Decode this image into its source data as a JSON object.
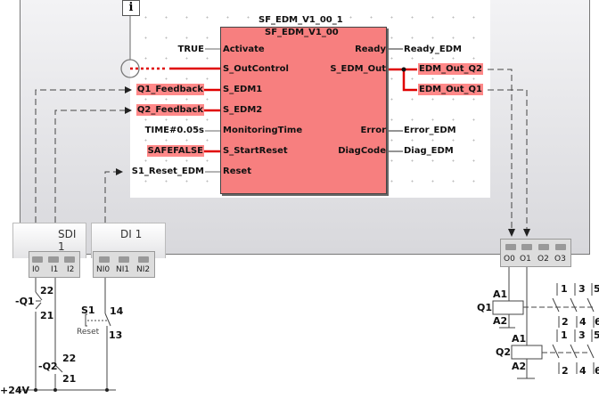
{
  "function_block": {
    "instance": "SF_EDM_V1_00_1",
    "type": "SF_EDM_V1_00",
    "inputs": [
      {
        "pin": "Activate",
        "value": "TRUE"
      },
      {
        "pin": "S_OutControl",
        "value": ""
      },
      {
        "pin": "S_EDM1",
        "value": "Q1_Feedback"
      },
      {
        "pin": "S_EDM2",
        "value": "Q2_Feedback"
      },
      {
        "pin": "MonitoringTime",
        "value": "TIME#0.05s"
      },
      {
        "pin": "S_StartReset",
        "value": "SAFEFALSE"
      },
      {
        "pin": "Reset",
        "value": "S1_Reset_EDM"
      }
    ],
    "outputs": [
      {
        "pin": "Ready",
        "value": "Ready_EDM"
      },
      {
        "pin": "S_EDM_Out",
        "value": "EDM_Out_Q2"
      },
      {
        "pin": "",
        "value": "EDM_Out_Q1"
      },
      {
        "pin": "Error",
        "value": "Error_EDM"
      },
      {
        "pin": "DiagCode",
        "value": "Diag_EDM"
      }
    ]
  },
  "info_icon": "i",
  "modules": [
    {
      "name": "SDI 1",
      "terminals": [
        "I0",
        "I1",
        "I2"
      ]
    },
    {
      "name": "DI 1",
      "terminals": [
        "NI0",
        "NI1",
        "NI2"
      ]
    },
    {
      "name": "",
      "terminals": [
        "O0",
        "O1",
        "O2",
        "O3"
      ]
    }
  ],
  "wiring": {
    "supply": "+24V",
    "q1": "-Q1",
    "q2": "-Q2",
    "contact_top": "22",
    "contact_bottom": "21",
    "s1": "S1",
    "s1_top": "14",
    "s1_bottom": "13",
    "reset": "Reset",
    "relay1": "Q1",
    "relay2": "Q2",
    "a1": "A1",
    "a2": "A2",
    "poles_top": [
      "1",
      "3",
      "5"
    ],
    "poles_bottom": [
      "2",
      "4",
      "6"
    ]
  },
  "colors": {
    "block": "#f77f7f",
    "safe_wire": "#e00000",
    "highlight": "#f88"
  }
}
